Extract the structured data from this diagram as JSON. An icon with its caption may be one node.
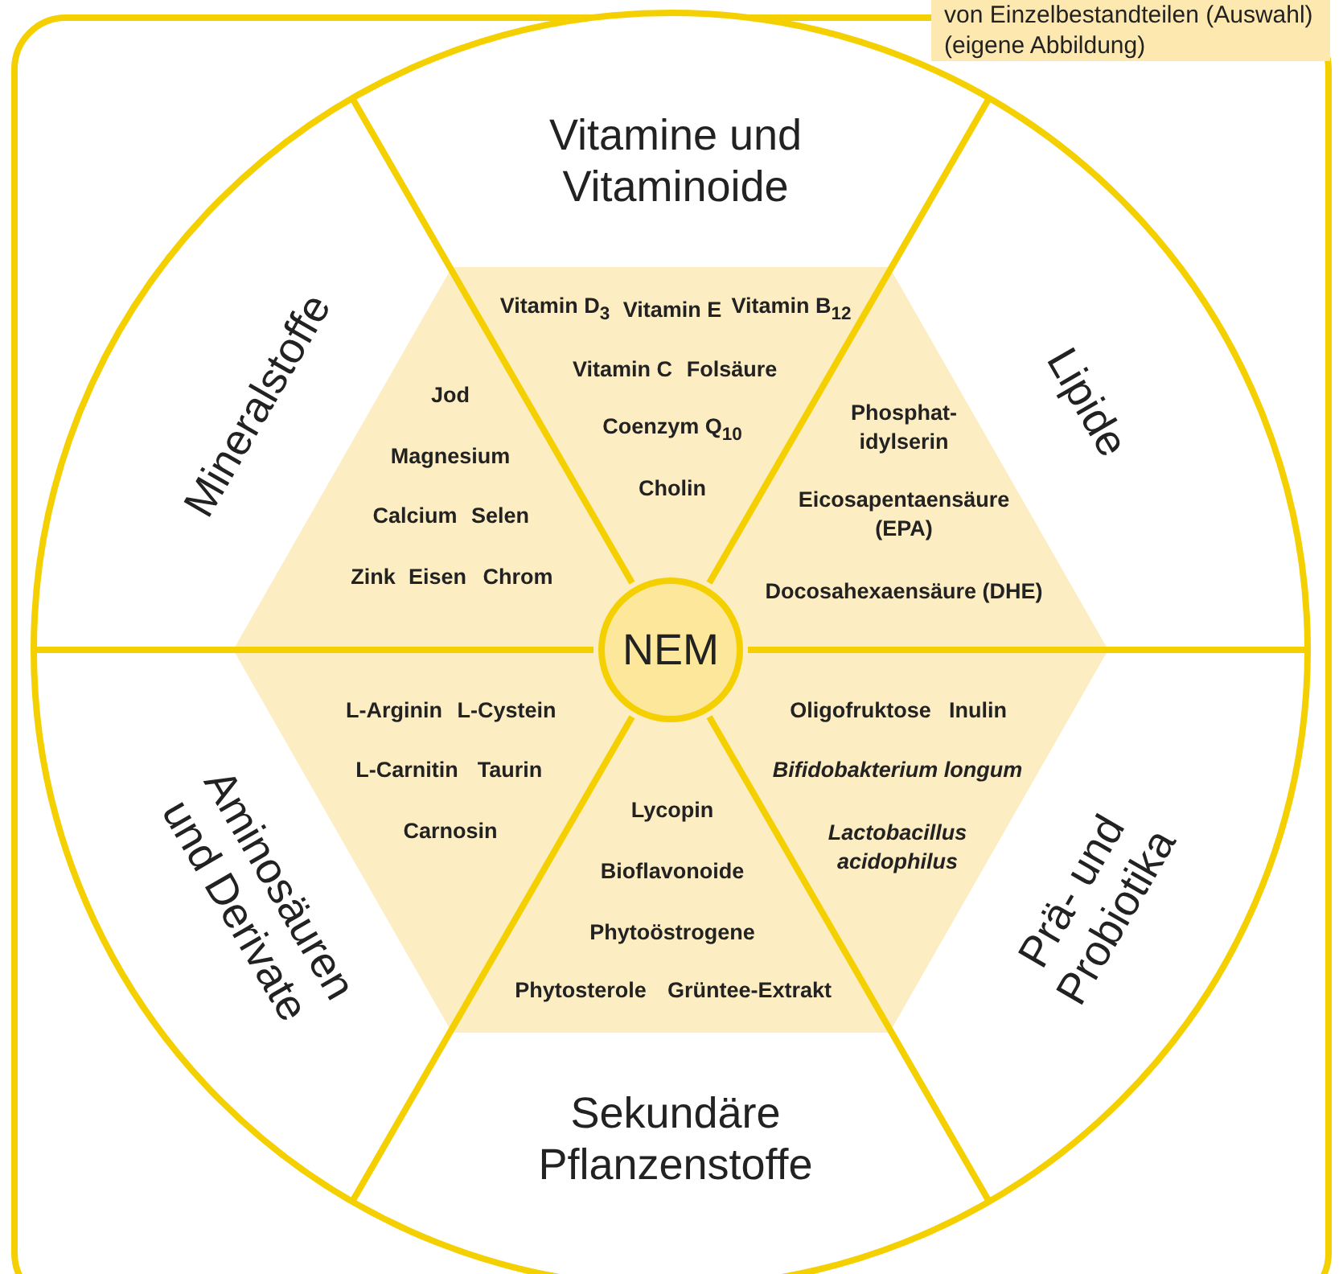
{
  "diagram": {
    "caption": "von Einzelbestandteilen (Auswahl) (eigene Abbildung)",
    "nodes": [
      {
        "text": [
          "NEM"
        ]
      },
      {
        "text": [
          "Vitamine und Vitaminoide"
        ]
      },
      {
        "text": [
          "Lipide"
        ]
      },
      {
        "text": [
          "Prä- und Probiotika"
        ]
      },
      {
        "text": [
          "Sekundäre Pflanzenstoffe"
        ]
      },
      {
        "text": [
          "Aminosäuren und Derivate"
        ]
      },
      {
        "text": [
          "Mineralstoffe"
        ]
      }
    ],
    "edges": [],
    "labels": [
      "Vitamin D$_{3}$",
      "Vitamin E",
      "Vitamin B$_{12}$",
      "Vitamin C",
      "Folsäure",
      "Coenzym Q$_{10}$",
      "Cholin",
      "Jod",
      "Magnesium",
      "Calcium",
      "Selen",
      "Zink",
      "Eisen",
      "Chrom",
      "Phosphat- idylserin",
      "Eicosapentaensäure (EPA)",
      "Docosahexaensäure (DHE)",
      "L-Arginin",
      "L-Cystein",
      "L-Carnitin",
      "Taurin",
      "Carnosin",
      "Oligofruktose",
      "Inulin",
      "Bifidobakterium longum",
      "Lactobacillus acidophilus",
      "Lycopin",
      "Bioflavonoide",
      "Phytoöstrogene",
      "Phytosterole",
      "Grüntee-Extrakt"
    ]
  }
}
